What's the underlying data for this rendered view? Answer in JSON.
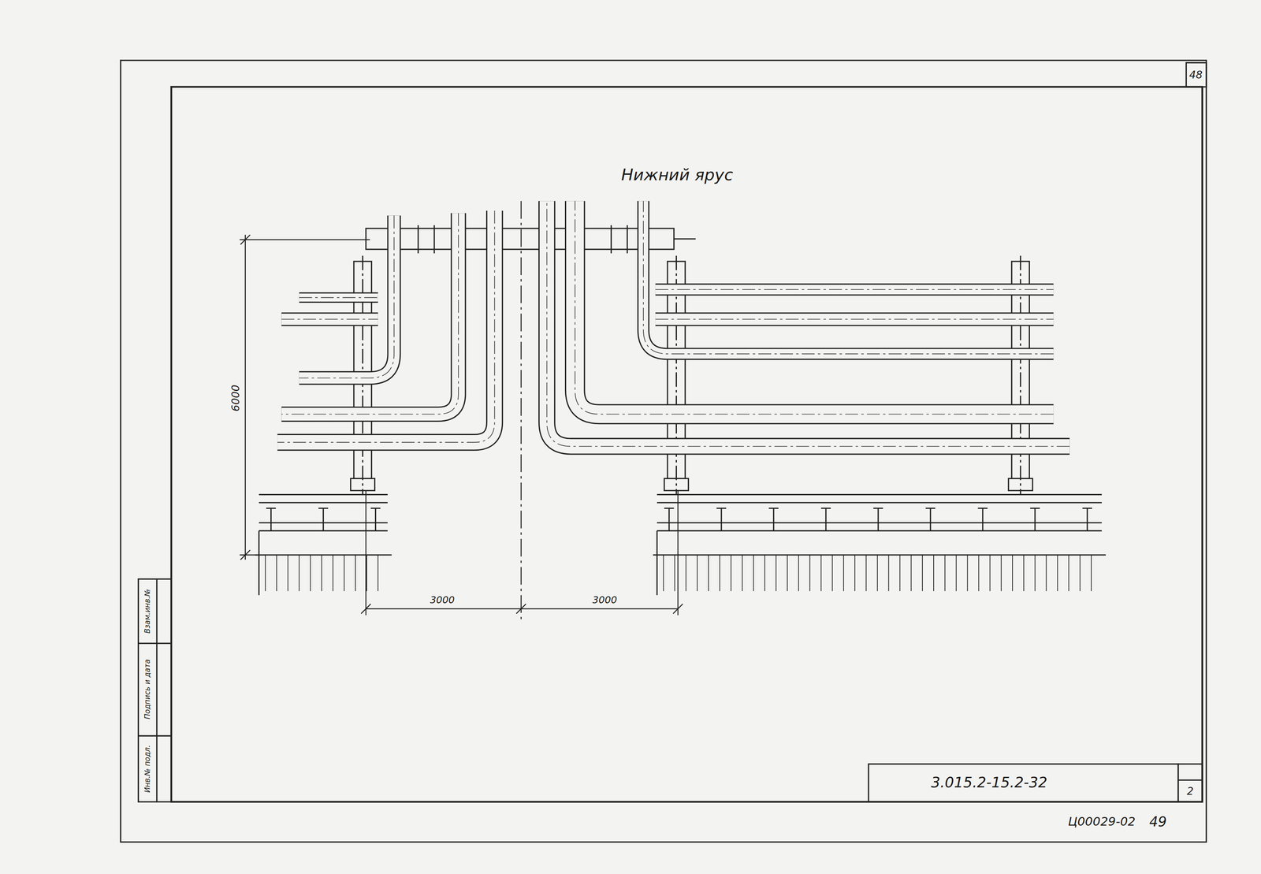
{
  "diagram": {
    "title": "Нижний ярус",
    "labels": [
      "6000",
      "3000",
      "3000",
      "3.015.2-15.2-32",
      "2",
      "48",
      "Ц00029-02",
      "49",
      "Взам.инв.№",
      "Подпись и дата",
      "Инв.№ подл."
    ]
  }
}
